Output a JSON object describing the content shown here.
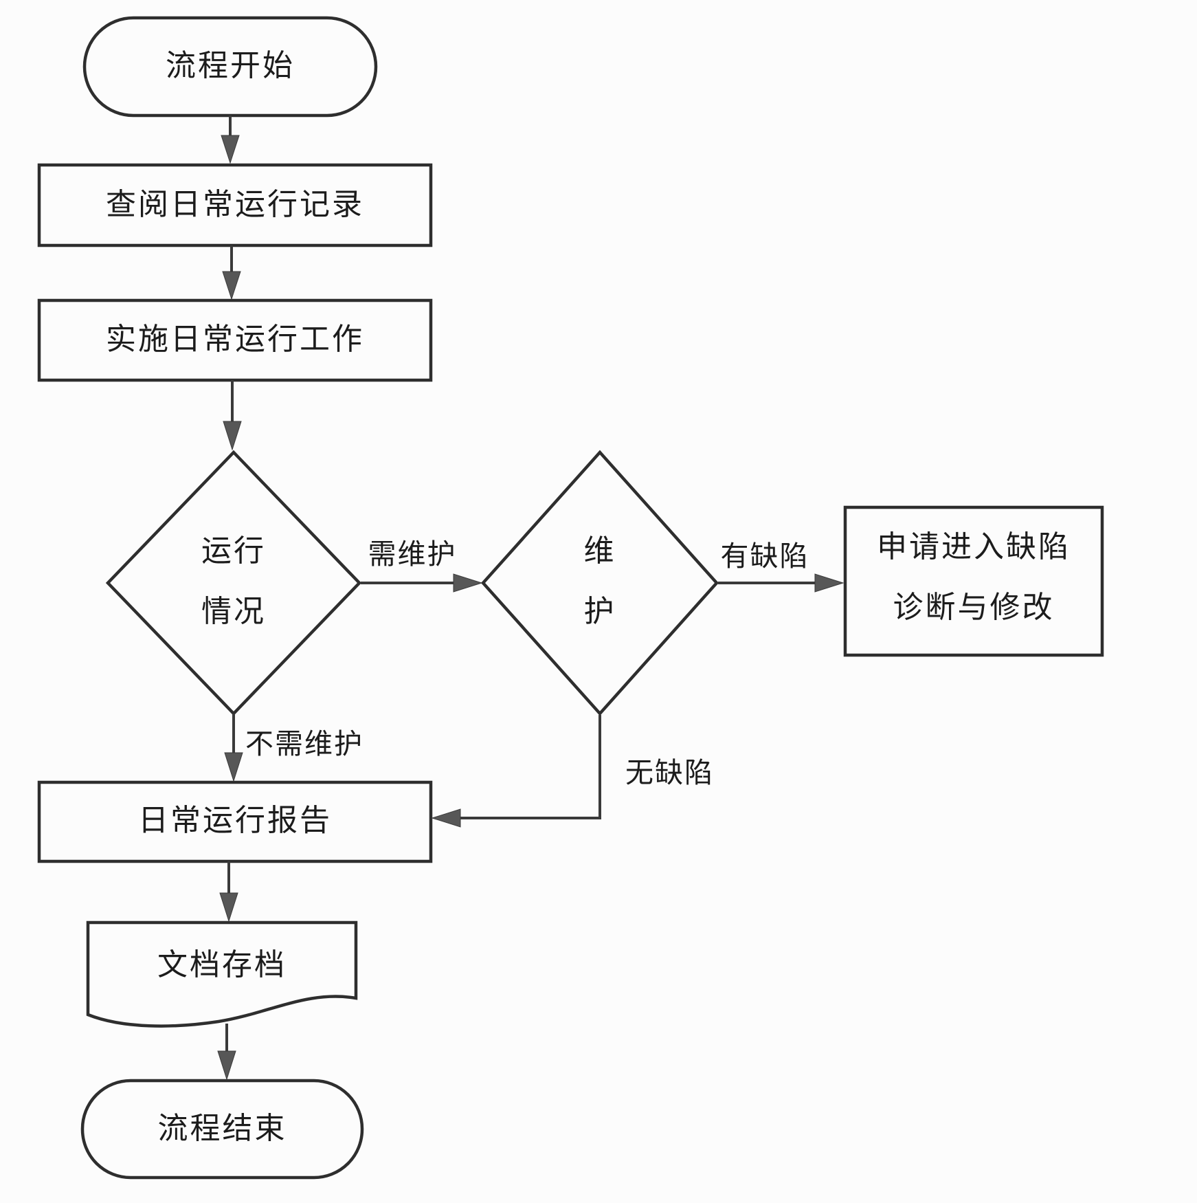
{
  "diagram": {
    "type": "flowchart",
    "language": "zh-CN",
    "nodes": {
      "start": {
        "shape": "terminator",
        "label": "流程开始"
      },
      "review": {
        "shape": "process",
        "label": "查阅日常运行记录"
      },
      "implement": {
        "shape": "process",
        "label": "实施日常运行工作"
      },
      "op_decision": {
        "shape": "decision",
        "line1": "运行",
        "line2": "情况"
      },
      "mt_decision": {
        "shape": "decision",
        "line1": "维",
        "line2": "护"
      },
      "defect_req": {
        "shape": "process",
        "line1": "申请进入缺陷",
        "line2": "诊断与修改"
      },
      "report": {
        "shape": "process",
        "label": "日常运行报告"
      },
      "archive": {
        "shape": "document",
        "label": "文档存档"
      },
      "end": {
        "shape": "terminator",
        "label": "流程结束"
      }
    },
    "edges": [
      {
        "from": "start",
        "to": "review",
        "label": ""
      },
      {
        "from": "review",
        "to": "implement",
        "label": ""
      },
      {
        "from": "implement",
        "to": "op_decision",
        "label": ""
      },
      {
        "from": "op_decision",
        "to": "mt_decision",
        "label": "需维护"
      },
      {
        "from": "op_decision",
        "to": "report",
        "label": "不需维护"
      },
      {
        "from": "mt_decision",
        "to": "defect_req",
        "label": "有缺陷"
      },
      {
        "from": "mt_decision",
        "to": "report",
        "label": "无缺陷"
      },
      {
        "from": "report",
        "to": "archive",
        "label": ""
      },
      {
        "from": "archive",
        "to": "end",
        "label": ""
      }
    ],
    "edge_labels": {
      "need_maintenance": "需维护",
      "no_maintenance": "不需维护",
      "has_defect": "有缺陷",
      "no_defect": "无缺陷"
    },
    "colors": {
      "background": "#fcfcfc",
      "line": "#2e2e2e",
      "arrow_fill": "#575757",
      "text": "#1c1c1c"
    }
  }
}
